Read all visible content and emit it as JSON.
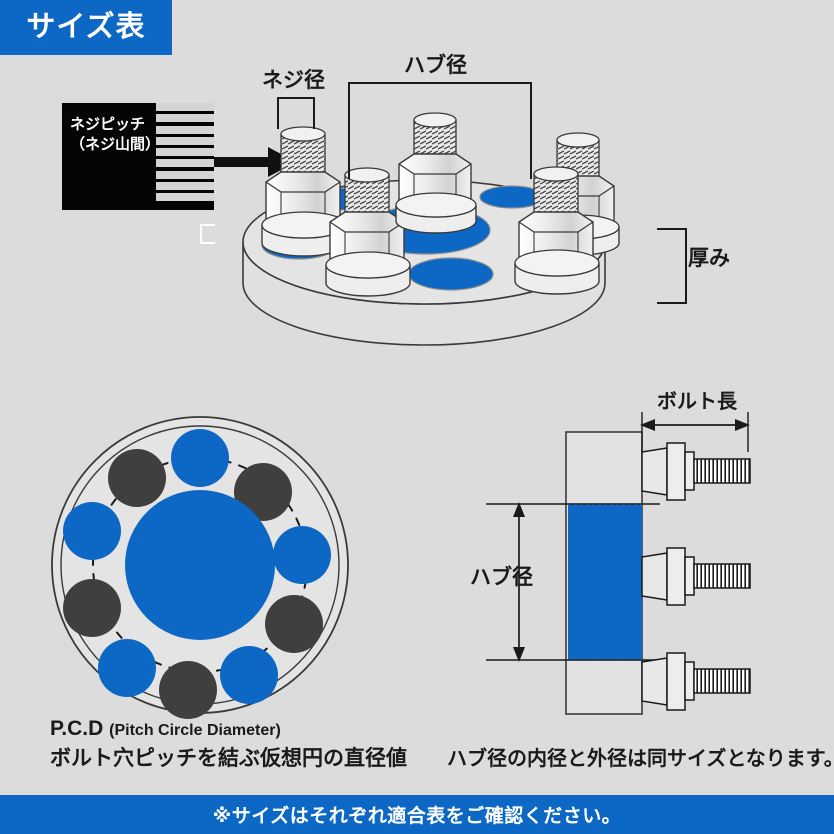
{
  "header": {
    "title": "サイズ表"
  },
  "footer": {
    "note": "※サイズはそれぞれ適合表をご確認ください。"
  },
  "colors": {
    "accent_blue": "#0c68c4",
    "background": "#dcdcdc",
    "hole_dark": "#3f3f3f",
    "outline": "#1a1a1a",
    "metal_light": "#e8e8e8"
  },
  "callout_box": {
    "label_line1": "ネジピッチ",
    "label_line2": "（ネジ山間）",
    "thread_bar_count": 9
  },
  "top_diagram": {
    "name": "wheel-spacer-3d-view",
    "labels": {
      "thread_diameter": "ネジ径",
      "hub_diameter": "ハブ径",
      "thickness": "厚み"
    },
    "stud_count": 5,
    "hole_count": 5
  },
  "pcd_diagram": {
    "name": "pcd-bolt-circle-view",
    "bolt_hole_count": 10,
    "center_bore_color": "#0c68c4",
    "pitch_circle_style": "dashed",
    "caption_title": "P.C.D",
    "caption_title_sub": "(Pitch Circle Diameter)",
    "caption_body": "ボルト穴ピッチを結ぶ仮想円の直径値"
  },
  "section_diagram": {
    "name": "spacer-cross-section-view",
    "labels": {
      "bolt_length": "ボルト長",
      "hub_diameter": "ハブ径"
    },
    "bolt_count": 3,
    "note": "ハブ径の内径と外径は同サイズとなります。"
  }
}
